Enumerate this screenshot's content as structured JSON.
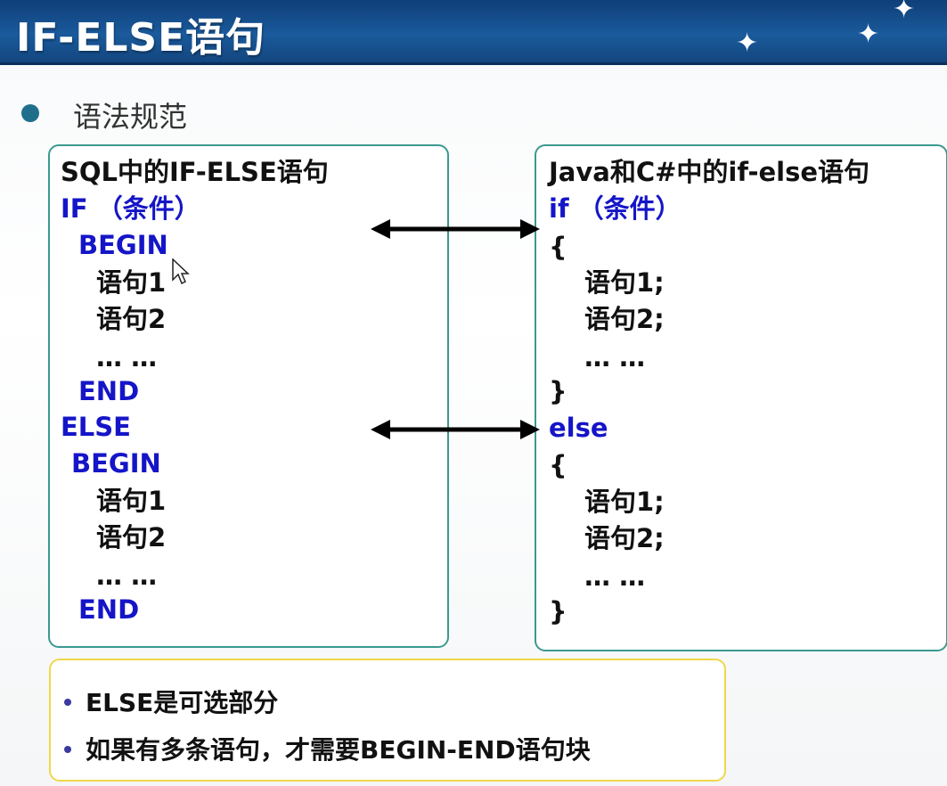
{
  "title": "IF-ELSE语句",
  "section": "语法规范",
  "sql_box": {
    "heading": "SQL中的IF-ELSE语句",
    "lines": [
      {
        "text": "IF （条件）",
        "kind": "kw"
      },
      {
        "text": "BEGIN",
        "kind": "kw"
      },
      {
        "text": "语句1",
        "kind": "tx"
      },
      {
        "text": "语句2",
        "kind": "tx"
      },
      {
        "text": "… …",
        "kind": "tx"
      },
      {
        "text": "END",
        "kind": "kw"
      },
      {
        "text": "ELSE",
        "kind": "kw"
      },
      {
        "text": "BEGIN",
        "kind": "kw"
      },
      {
        "text": "语句1",
        "kind": "tx"
      },
      {
        "text": "语句2",
        "kind": "tx"
      },
      {
        "text": "… …",
        "kind": "tx"
      },
      {
        "text": "END",
        "kind": "kw"
      }
    ]
  },
  "java_box": {
    "heading": "Java和C#中的if-else语句",
    "lines": [
      {
        "text": "if （条件）",
        "kind": "kw"
      },
      {
        "text": "{",
        "kind": "tx"
      },
      {
        "text": "语句1;",
        "kind": "tx"
      },
      {
        "text": "语句2;",
        "kind": "tx"
      },
      {
        "text": "… …",
        "kind": "tx"
      },
      {
        "text": "}",
        "kind": "tx"
      },
      {
        "text": "else",
        "kind": "kw"
      },
      {
        "text": "{",
        "kind": "tx"
      },
      {
        "text": "语句1;",
        "kind": "tx"
      },
      {
        "text": "语句2;",
        "kind": "tx"
      },
      {
        "text": "… …",
        "kind": "tx"
      },
      {
        "text": "}",
        "kind": "tx"
      }
    ]
  },
  "notes": [
    "ELSE是可选部分",
    "如果有多条语句，才需要BEGIN-END语句块"
  ],
  "colors": {
    "keyword": "#1515c8",
    "box_border": "#3a9a8e",
    "note_border": "#efd84a",
    "title_bar": "#1a5a9c"
  }
}
